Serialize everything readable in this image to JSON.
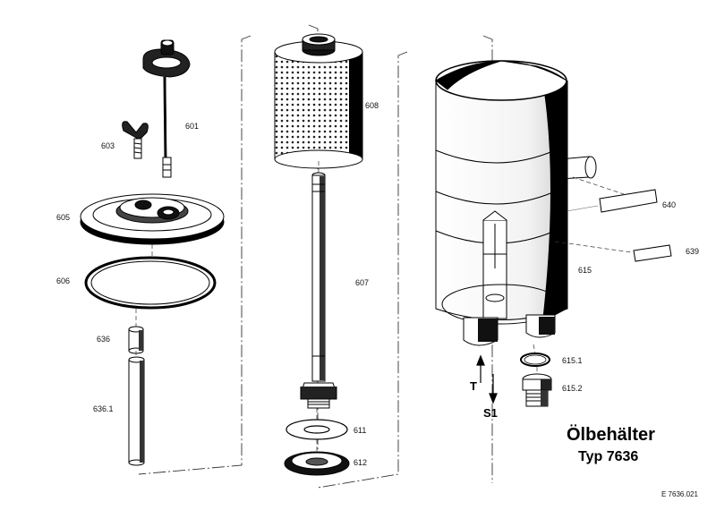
{
  "title": {
    "line1": "Ölbehälter",
    "line2": "Typ 7636"
  },
  "drawing_number": "E 7636.021",
  "flow": {
    "inlet": "T",
    "outlet": "S1"
  },
  "parts": [
    {
      "id": "601"
    },
    {
      "id": "603"
    },
    {
      "id": "605"
    },
    {
      "id": "606"
    },
    {
      "id": "636"
    },
    {
      "id": "636.1"
    },
    {
      "id": "608"
    },
    {
      "id": "607"
    },
    {
      "id": "611"
    },
    {
      "id": "612"
    },
    {
      "id": "640"
    },
    {
      "id": "639"
    },
    {
      "id": "615"
    },
    {
      "id": "615.1"
    },
    {
      "id": "615.2"
    }
  ]
}
